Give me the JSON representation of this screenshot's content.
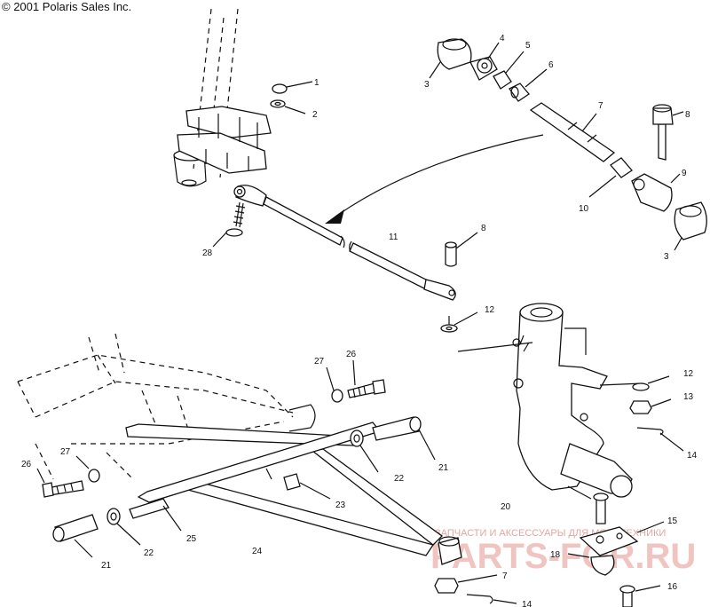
{
  "copyright": "© 2001 Polaris Sales Inc.",
  "watermark": {
    "tagline": "ЗАПЧАСТИ И АКСЕССУАРЫ ДЛЯ МОТОТЕХНИКИ",
    "logo": "PARTS-FOR.RU"
  },
  "callouts": {
    "c1": "1",
    "c2": "2",
    "c3a": "3",
    "c3b": "3",
    "c4": "4",
    "c5": "5",
    "c6": "6",
    "c7a": "7",
    "c7b": "7",
    "c8a": "8",
    "c8b": "8",
    "c9": "9",
    "c10": "10",
    "c11": "11",
    "c12a": "12",
    "c12b": "12",
    "c13": "13",
    "c14a": "14",
    "c14b": "14",
    "c15": "15",
    "c16": "16",
    "c18": "18",
    "c20": "20",
    "c21a": "21",
    "c21b": "21",
    "c22a": "22",
    "c22b": "22",
    "c23": "23",
    "c24": "24",
    "c25": "25",
    "c26a": "26",
    "c26b": "26",
    "c27a": "27",
    "c27b": "27",
    "c28": "28"
  }
}
